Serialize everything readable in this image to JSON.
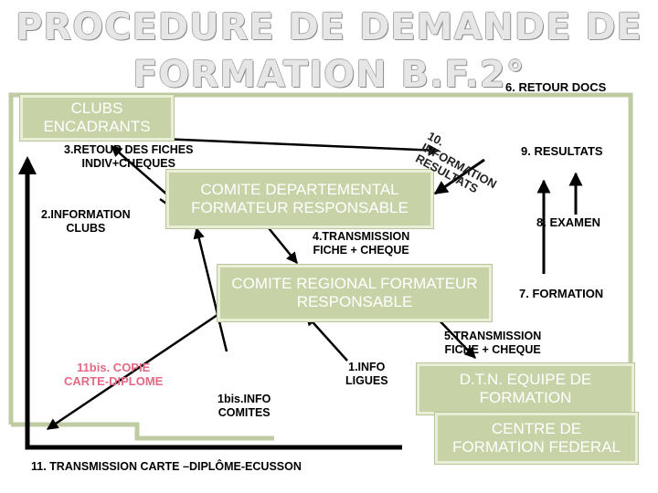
{
  "title": {
    "line1": "PROCEDURE DE DEMANDE DE",
    "line2": "FORMATION B.F.2°"
  },
  "boxes": {
    "clubs": "CLUBS ENCADRANTS",
    "departemental": "COMITE DEPARTEMENTAL FORMATEUR RESPONSABLE",
    "regional": "COMITE REGIONAL FORMATEUR RESPONSABLE",
    "dtn": "D.T.N. EQUIPE DE FORMATION",
    "centre": "CENTRE DE FORMATION FEDERAL"
  },
  "labels": {
    "step1": "1.INFO\nLIGUES",
    "step1bis": "1bis.INFO\nCOMITES",
    "step2": "2.INFORMATION\nCLUBS",
    "step3": "3.RETOUR DES FICHES\nINDIV+CHEQUES",
    "step4": "4.TRANSMISSION\nFICHE + CHEQUE",
    "step5": "5.TRANSMISSION\nFICHE + CHEQUE",
    "step6": "6. RETOUR DOCS",
    "step7": "7. FORMATION",
    "step8": "8. EXAMEN",
    "step9": "9. RESULTATS",
    "step10": "10. INFORMATION RESULTATS",
    "step11": "11. TRANSMISSION CARTE –DIPLÔME-ECUSSON",
    "step11bis": "11bis. COPIE\nCARTE-DIPLOME"
  },
  "colors": {
    "box_fill": "#c7d3a7",
    "box_border": "#e9efd7",
    "frame": "#bfcba0",
    "arrow": "#000000",
    "pink_label": "#e26a84"
  }
}
